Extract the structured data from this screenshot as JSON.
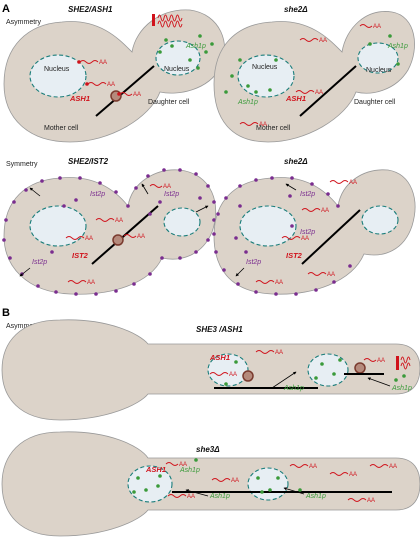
{
  "section_a": {
    "letter": "A",
    "asymmetry": "Asymmetry",
    "symmetry": "Symmetry",
    "p1_title": "SHE2/ASH1",
    "p2_title": "she2Δ",
    "p3_title": "SHE2/IST2",
    "p4_title": "she2Δ",
    "nucleus": "Nucleus",
    "daughter_cell": "Daughter cell",
    "mother_cell": "Mother cell",
    "ash1": "ASH1",
    "ash1p": "Ash1p",
    "ist2": "IST2",
    "ist2p": "Ist2p",
    "polyA": "AA"
  },
  "section_b": {
    "letter": "B",
    "asymmetry": "Asymmetry",
    "p1_title": "SHE3 /ASH1",
    "p2_title": "she3Δ",
    "ash1": "ASH1",
    "ash1p": "Ash1p",
    "polyA": "AA"
  },
  "colors": {
    "cytoplasm": "#dcd3c9",
    "nucleus_border": "#1a7d7a",
    "mrna": "#d0121b",
    "protein_green": "#3a9a3a",
    "protein_purple": "#7a2d8f"
  }
}
